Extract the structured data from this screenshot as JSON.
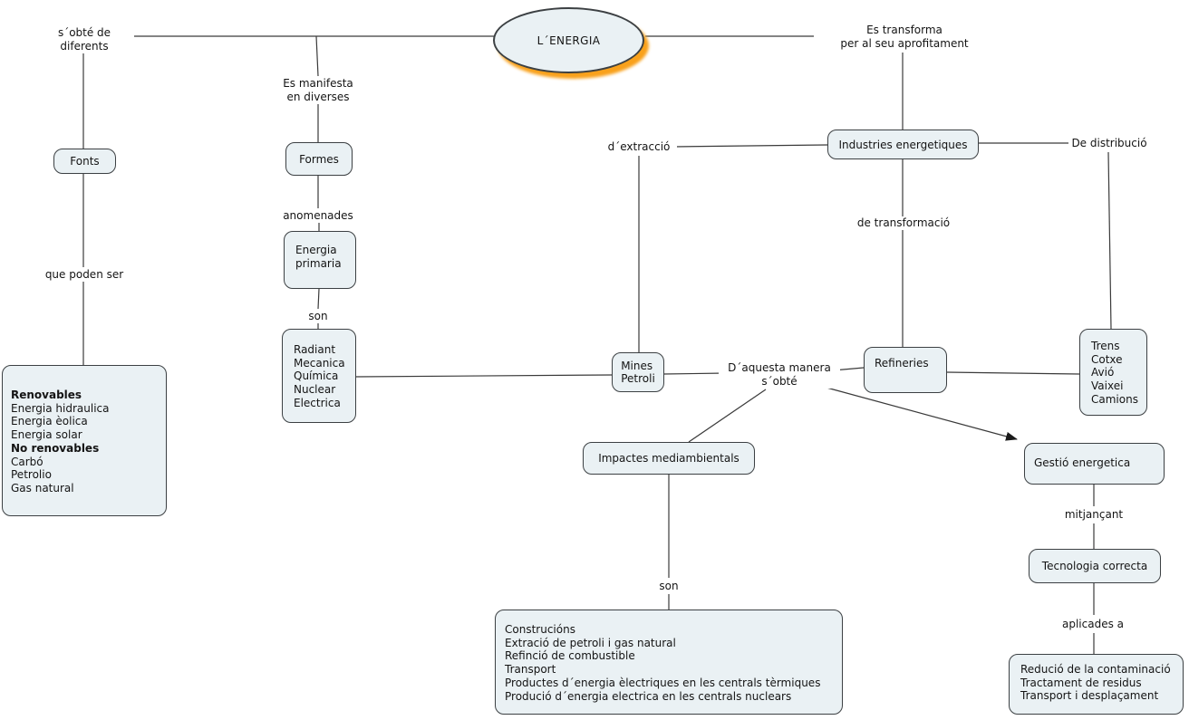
{
  "title": "L´ENERGIA",
  "colors": {
    "node_fill": "#eaf1f4",
    "node_border": "#3c4043",
    "ellipse_shadow_orange": "#f9a11b",
    "line": "#3a3a3a",
    "text": "#141414"
  },
  "nodes": {
    "energia": {
      "label": "L´ENERGIA"
    },
    "fonts": {
      "label": "Fonts"
    },
    "formes": {
      "label": "Formes"
    },
    "energia_primaria": {
      "label": "Energia\nprimaria"
    },
    "mines": {
      "label": "Mines\nPetroli"
    },
    "refineries": {
      "label": "Refineries"
    },
    "industries": {
      "label": "Industries energetiques"
    },
    "impactes": {
      "label": "Impactes mediambientals"
    },
    "gestio": {
      "label": "Gestió energetica"
    },
    "tecnologia": {
      "label": "Tecnologia correcta"
    },
    "fonts_list": {
      "lines": [
        "Renovables",
        "Energia hidraulica",
        "Energia èolica",
        "Energia solar",
        "No renovables",
        "Carbó",
        "Petrolio",
        "Gas natural"
      ]
    },
    "formes_list": {
      "lines": [
        "Radiant",
        "Mecanica",
        "Química",
        "Nuclear",
        "Electrica"
      ]
    },
    "transports_list": {
      "lines": [
        "Trens",
        "Cotxe",
        "Avió",
        "Vaixei",
        "Camions"
      ]
    },
    "impactes_list": {
      "lines": [
        "Construcións",
        "Extració de petroli i gas natural",
        "Refinció de combustible",
        "Transport",
        "Productes d´energia èlectriques en les centrals tèrmiques",
        "Produció d´energia electrica en les centrals nuclears"
      ]
    },
    "gestio_list": {
      "lines": [
        "Redució de la contaminació",
        "Tractament de residus",
        "Transport i desplaçament"
      ]
    }
  },
  "labels": {
    "sobte": "s´obté de\ndiferents",
    "manifesta": "Es manifesta\nen diverses",
    "transforma": "Es transforma\nper al seu aprofitament",
    "poden_ser": "que poden ser",
    "anomenades": "anomenades",
    "son_formes": "son",
    "extraccio": "d´extracció",
    "transformacio": "de transformació",
    "distribucio": "De distribució",
    "aquesta_manera": "D´aquesta manera\ns´obté",
    "son_impactes": "son",
    "mitjancant": "mitjançant",
    "aplicades": "aplicades a"
  }
}
